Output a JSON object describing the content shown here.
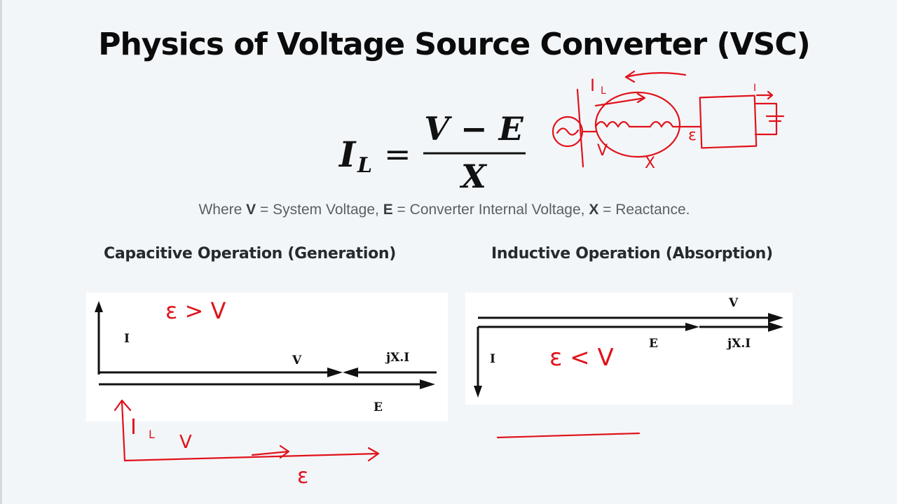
{
  "title": "Physics of Voltage Source Converter (VSC)",
  "formula": {
    "lhs_symbol": "I",
    "lhs_subscript": "L",
    "equals": "=",
    "numerator": "V − E",
    "denominator": "X"
  },
  "caption": {
    "prefix": "Where ",
    "v_symbol": "V",
    "v_def": " = System Voltage, ",
    "e_symbol": "E",
    "e_def": " = Converter Internal Voltage, ",
    "x_symbol": "X",
    "x_def": " = Reactance."
  },
  "capacitive": {
    "heading": "Capacitive Operation (Generation)",
    "labels": {
      "current": "I",
      "system_voltage": "V",
      "reactance_drop": "jX.I",
      "converter_voltage": "E"
    }
  },
  "inductive": {
    "heading": "Inductive Operation (Absorption)",
    "labels": {
      "system_voltage": "V",
      "converter_voltage": "E",
      "reactance_drop": "jX.I",
      "current": "I"
    }
  },
  "annotations": {
    "circuit": {
      "current": "I",
      "current_sub": "L",
      "system_v": "V",
      "converter_e": "ε",
      "reactance": "X",
      "dc_current": "I"
    },
    "capacitive_condition": "ε > V",
    "capacitive_current": "I",
    "capacitive_current_sub": "L",
    "capacitive_v": "V",
    "capacitive_e": "ε",
    "inductive_condition": "ε < V"
  },
  "colors": {
    "background": "#f3f6f9",
    "panel": "#ffffff",
    "ink": "#e0121a",
    "text": "#0b0b0b"
  }
}
